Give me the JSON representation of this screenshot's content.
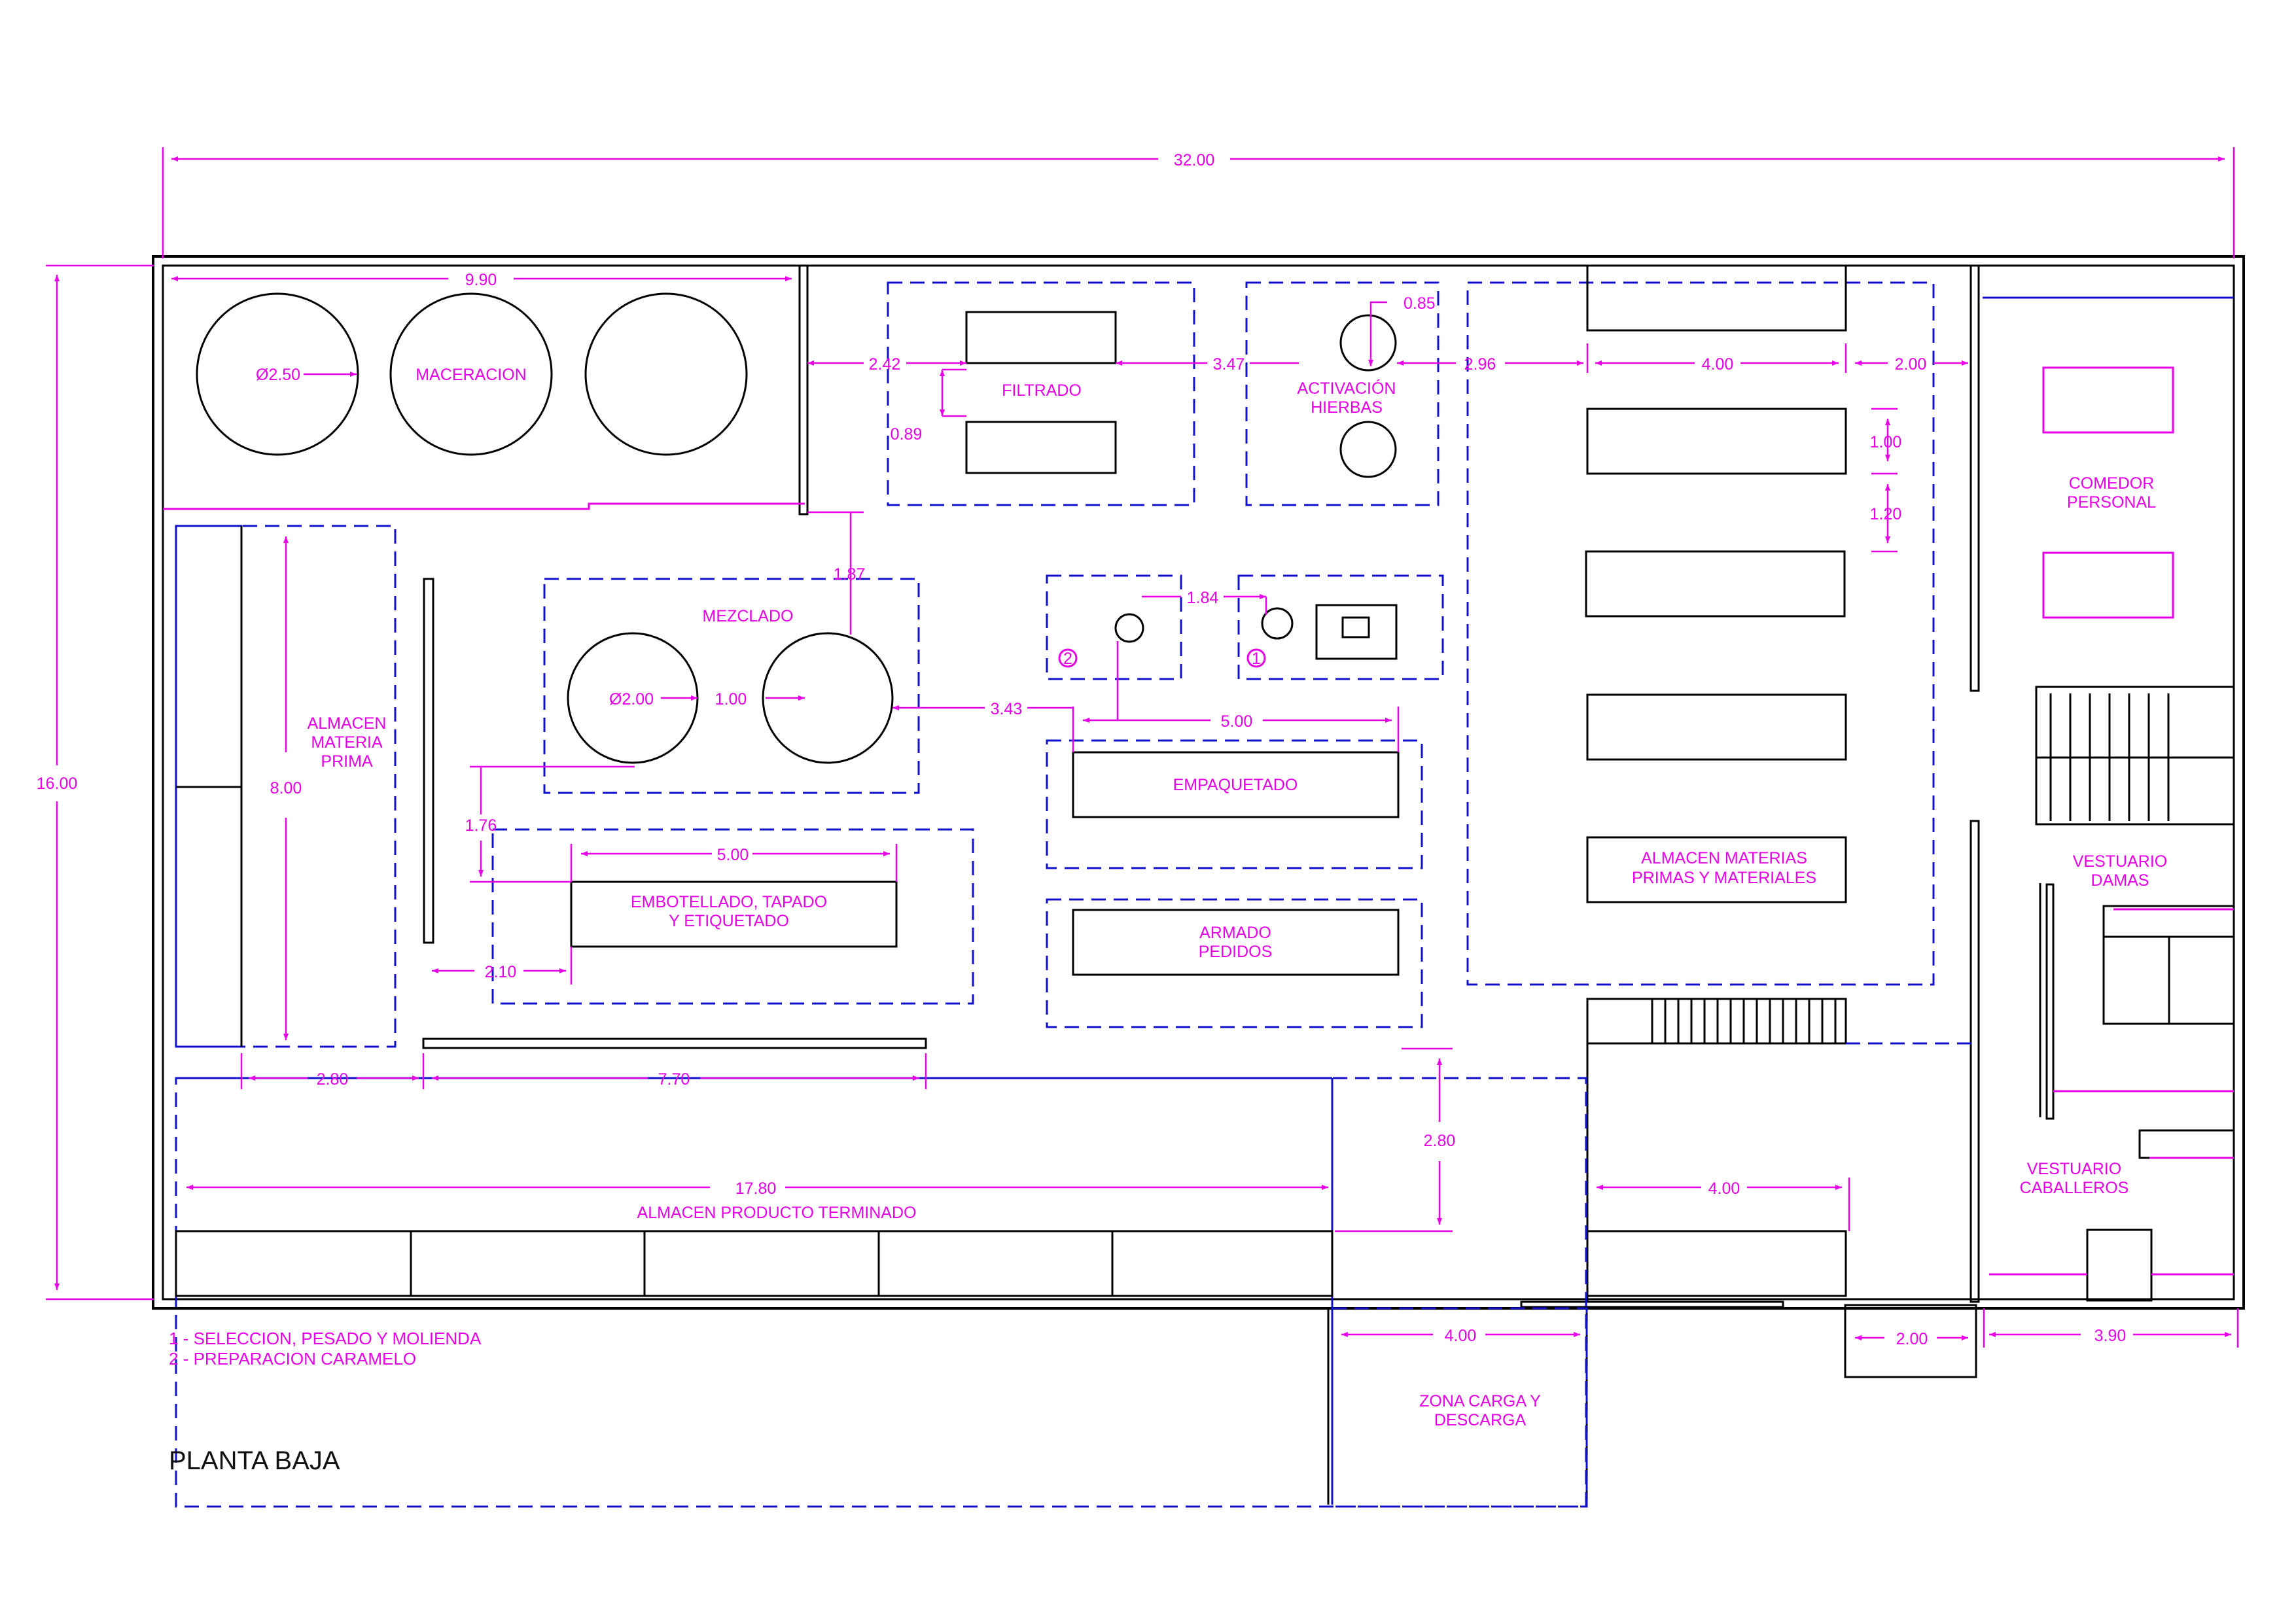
{
  "colors": {
    "dimension": "#e600e6",
    "zone": "#1010cc",
    "wall": "#000000"
  },
  "title": "PLANTA BAJA",
  "legend": [
    "1 - SELECCION, PESADO Y MOLIENDA",
    "2 - PREPARACION CARAMELO"
  ],
  "markers": [
    "1",
    "2"
  ],
  "zones": {
    "maceracion": "MACERACION",
    "filtrado": "FILTRADO",
    "activacion_1": "ACTIVACIÓN",
    "activacion_2": "HIERBAS",
    "almacen_mp_1": "ALMACEN",
    "almacen_mp_2": "MATERIA",
    "almacen_mp_3": "PRIMA",
    "mezclado": "MEZCLADO",
    "empaquetado": "EMPAQUETADO",
    "embotellado_1": "EMBOTELLADO, TAPADO",
    "embotellado_2": "Y ETIQUETADO",
    "armado_1": "ARMADO",
    "armado_2": "PEDIDOS",
    "almacen_mat_1": "ALMACEN MATERIAS",
    "almacen_mat_2": "PRIMAS Y MATERIALES",
    "comedor_1": "COMEDOR",
    "comedor_2": "PERSONAL",
    "vest_damas_1": "VESTUARIO",
    "vest_damas_2": "DAMAS",
    "vest_cab_1": "VESTUARIO",
    "vest_cab_2": "CABALLEROS",
    "almacen_pt": "ALMACEN PRODUCTO TERMINADO",
    "zona_carga_1": "ZONA CARGA Y",
    "zona_carga_2": "DESCARGA"
  },
  "dimensions": {
    "total_width": "32.00",
    "total_height": "16.00",
    "maceracion_width": "9.90",
    "tank_diameter": "Ø2.50",
    "d_2_42": "2.42",
    "d_3_47": "3.47",
    "d_0_89": "0.89",
    "d_0_85": "0.85",
    "d_2_96": "2.96",
    "d_4_00_top": "4.00",
    "d_2_00_top": "2.00",
    "d_1_00_shelf": "1.00",
    "d_1_20_shelf": "1.20",
    "d_1_87": "1.87",
    "d_1_84": "1.84",
    "mixer_diameter": "Ø2.00",
    "mixer_gap": "1.00",
    "d_3_43": "3.43",
    "d_5_00_emp": "5.00",
    "d_8_00": "8.00",
    "d_1_76": "1.76",
    "d_5_00_emb": "5.00",
    "d_2_10": "2.10",
    "d_2_80_h": "2.80",
    "d_7_70": "7.70",
    "d_2_80_v": "2.80",
    "d_17_80": "17.80",
    "d_4_00_mid": "4.00",
    "d_4_00_bottom": "4.00",
    "d_2_00_bottom": "2.00",
    "d_3_90": "3.90"
  }
}
